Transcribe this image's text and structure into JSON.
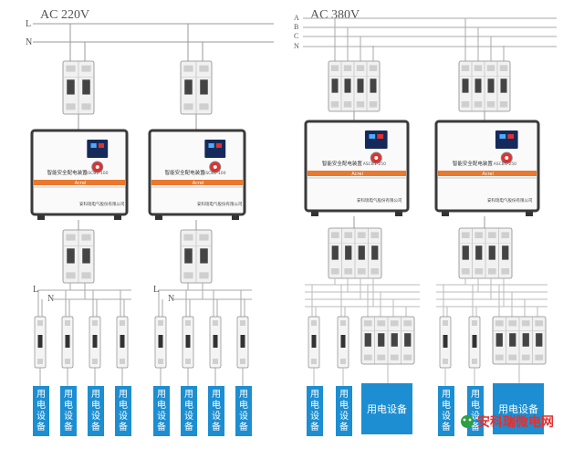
{
  "left_panel": {
    "supply": "AC 220V",
    "lines": [
      "L",
      "N"
    ],
    "branch_lines": [
      "L",
      "N"
    ],
    "units": [
      {
        "brand": "安科瑞电气股份有限公司",
        "model": "ASCB1-100",
        "badge": "Acrel",
        "title": "智能安全配电装置"
      },
      {
        "brand": "安科瑞电气股份有限公司",
        "model": "ASCB1-100",
        "badge": "Acrel",
        "title": "智能安全配电装置"
      }
    ]
  },
  "right_panel": {
    "supply": "AC 380V",
    "lines": [
      "A",
      "B",
      "C",
      "N"
    ],
    "units": [
      {
        "brand": "安科瑞电气股份有限公司",
        "model": "ASCB1-250",
        "badge": "Acrel",
        "title": "智能安全配电装置"
      },
      {
        "brand": "安科瑞电气股份有限公司",
        "model": "ASCB1-250",
        "badge": "Acrel",
        "title": "智能安全配电装置"
      }
    ]
  },
  "load_label": "用电设备",
  "watermark": "安科瑞微电网",
  "colors": {
    "load_box": "#1c8ed1",
    "panel_border": "#333333",
    "orange_band": "#e8792e",
    "screen": "#152a5a"
  }
}
